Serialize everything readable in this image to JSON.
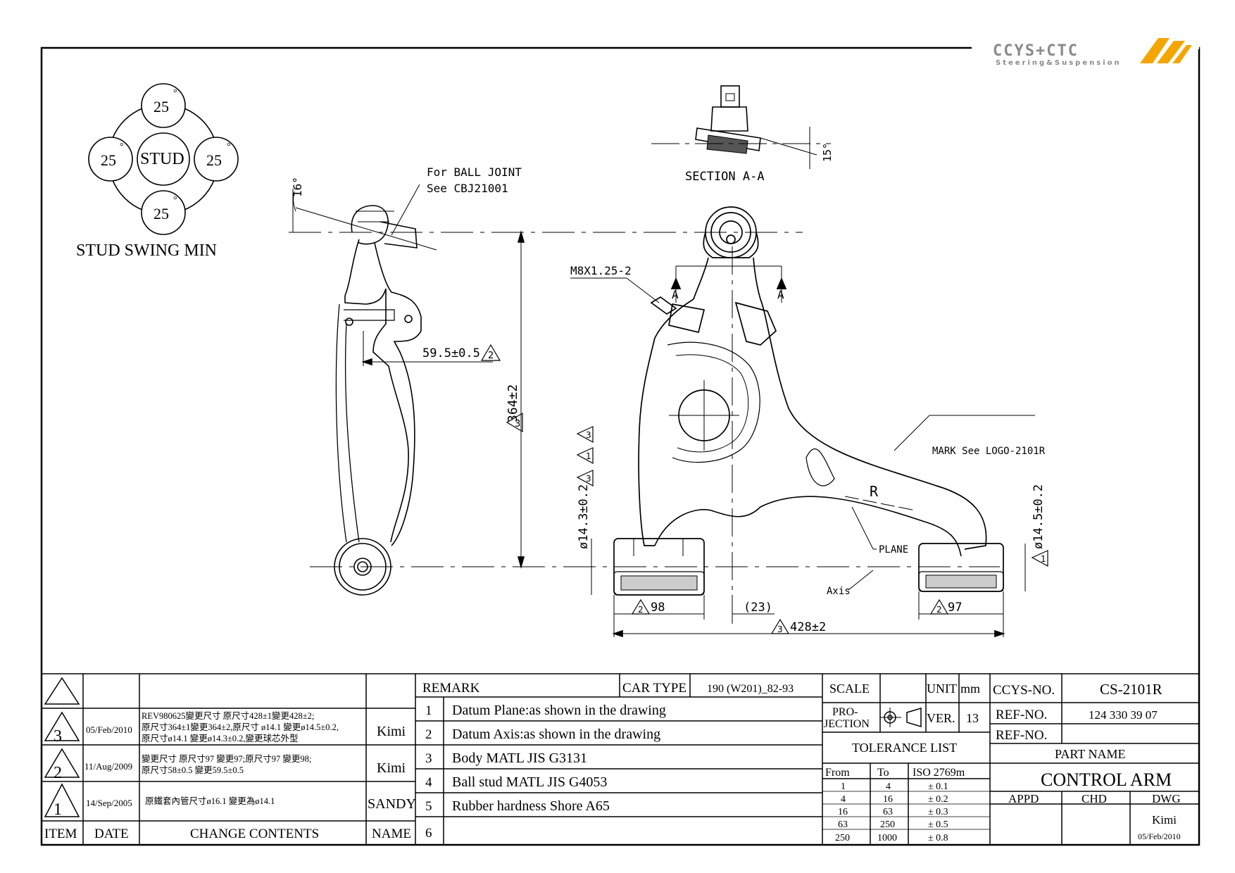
{
  "logo": {
    "brand": "CCYS+CTC",
    "tagline": "Steering&Suspension"
  },
  "stud": {
    "angle": "25",
    "deg": "°",
    "center": "STUD",
    "caption": "STUD SWING MIN"
  },
  "notes": {
    "ball_joint_1": "For BALL JOINT",
    "ball_joint_2": "See CBJ21001",
    "section": "SECTION A-A",
    "m8": "M8X1.25-2",
    "mark": "MARK See LOGO-2101R",
    "plane": "PLANE",
    "axis": "Axis",
    "section_letter": "A",
    "r": "R"
  },
  "dims": {
    "ang16": "16°",
    "ang15": "15°",
    "d59": "59.5±0.5",
    "d364": "364±2",
    "d143": "ø14.3±0.2",
    "d145": "ø14.5±0.2",
    "d98": "98",
    "d23": "(23)",
    "d97": "97",
    "d428": "428±2",
    "flag1": "1",
    "flag2": "2",
    "flag3": "3"
  },
  "revisions": {
    "rows": [
      {
        "item": "3",
        "date": "05/Feb/2010",
        "change": [
          "REV980625變更尺寸 原尺寸428±1變更428±2;",
          "原尺寸364±1變更364±2,原尺寸 ø14.1 變更ø14.5±0.2,",
          "原尺寸ø14.1 變更ø14.3±0.2,變更球芯外型"
        ],
        "name": "Kimi"
      },
      {
        "item": "2",
        "date": "11/Aug/2009",
        "change": [
          "變更尺寸 原尺寸97 變更97;原尺寸97 變更98;",
          "原尺寸58±0.5 變更59.5±0.5"
        ],
        "name": "Kimi"
      },
      {
        "item": "1",
        "date": "14/Sep/2005",
        "change": [
          "原鐵套內管尺寸ø16.1 變更為ø14.1"
        ],
        "name": "SANDY"
      }
    ],
    "headers": {
      "item": "ITEM",
      "date": "DATE",
      "change": "CHANGE CONTENTS",
      "name": "NAME"
    }
  },
  "remarks": {
    "label": "REMARK",
    "car_type_label": "CAR TYPE",
    "car_type": "190 (W201)_82-93",
    "items": [
      {
        "n": "1",
        "text": "Datum Plane:as shown in the drawing"
      },
      {
        "n": "2",
        "text": "Datum Axis:as shown in the drawing"
      },
      {
        "n": "3",
        "text": "Body MATL JIS G3131"
      },
      {
        "n": "4",
        "text": "Ball stud MATL JIS G4053"
      },
      {
        "n": "5",
        "text": "Rubber hardness Shore A65"
      },
      {
        "n": "6",
        "text": ""
      }
    ]
  },
  "spec": {
    "scale_label": "SCALE",
    "unit_label": "UNIT",
    "unit": "mm",
    "projection_label_1": "PRO-",
    "projection_label_2": "JECTION",
    "ver_label": "VER.",
    "ver": "13",
    "tolerance_title": "TOLERANCE LIST",
    "tol_headers": [
      "From",
      "To",
      "ISO 2769m"
    ],
    "tol_rows": [
      [
        "1",
        "4",
        "± 0.1"
      ],
      [
        "4",
        "16",
        "± 0.2"
      ],
      [
        "16",
        "63",
        "± 0.3"
      ],
      [
        "63",
        "250",
        "± 0.5"
      ],
      [
        "250",
        "1000",
        "± 0.8"
      ]
    ]
  },
  "part": {
    "ccys_label": "CCYS-NO.",
    "ccys_no": "CS-2101R",
    "ref_label": "REF-NO.",
    "ref_no": "124 330 39 07",
    "ref_label2": "REF-NO.",
    "ref_no2": "",
    "part_name_label": "PART NAME",
    "part_name": "CONTROL ARM",
    "appd": "APPD",
    "chd": "CHD",
    "dwg": "DWG",
    "dwg_name": "Kimi",
    "dwg_date": "05/Feb/2010"
  }
}
